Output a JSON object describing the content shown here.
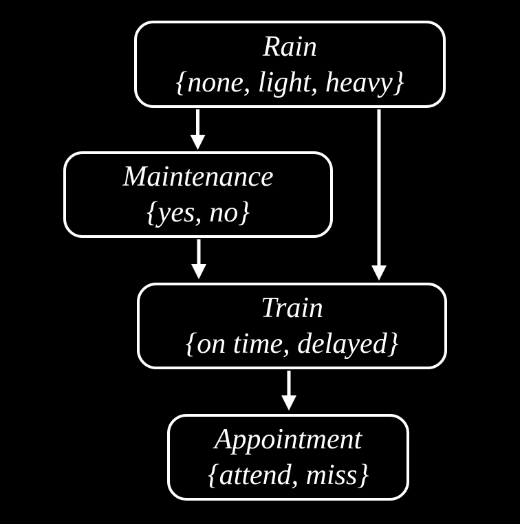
{
  "diagram": {
    "type": "bayesian-network",
    "colors": {
      "background": "#000000",
      "node_border": "#ffffff",
      "text": "#ffffff",
      "arrow": "#ffffff"
    },
    "nodes": [
      {
        "id": "rain",
        "name": "Rain",
        "values": "{none, light, heavy}"
      },
      {
        "id": "maintenance",
        "name": "Maintenance",
        "values": "{yes, no}"
      },
      {
        "id": "train",
        "name": "Train",
        "values": "{on time, delayed}"
      },
      {
        "id": "appointment",
        "name": "Appointment",
        "values": "{attend, miss}"
      }
    ],
    "edges": [
      {
        "from": "rain",
        "to": "maintenance"
      },
      {
        "from": "rain",
        "to": "train"
      },
      {
        "from": "maintenance",
        "to": "train"
      },
      {
        "from": "train",
        "to": "appointment"
      }
    ]
  }
}
